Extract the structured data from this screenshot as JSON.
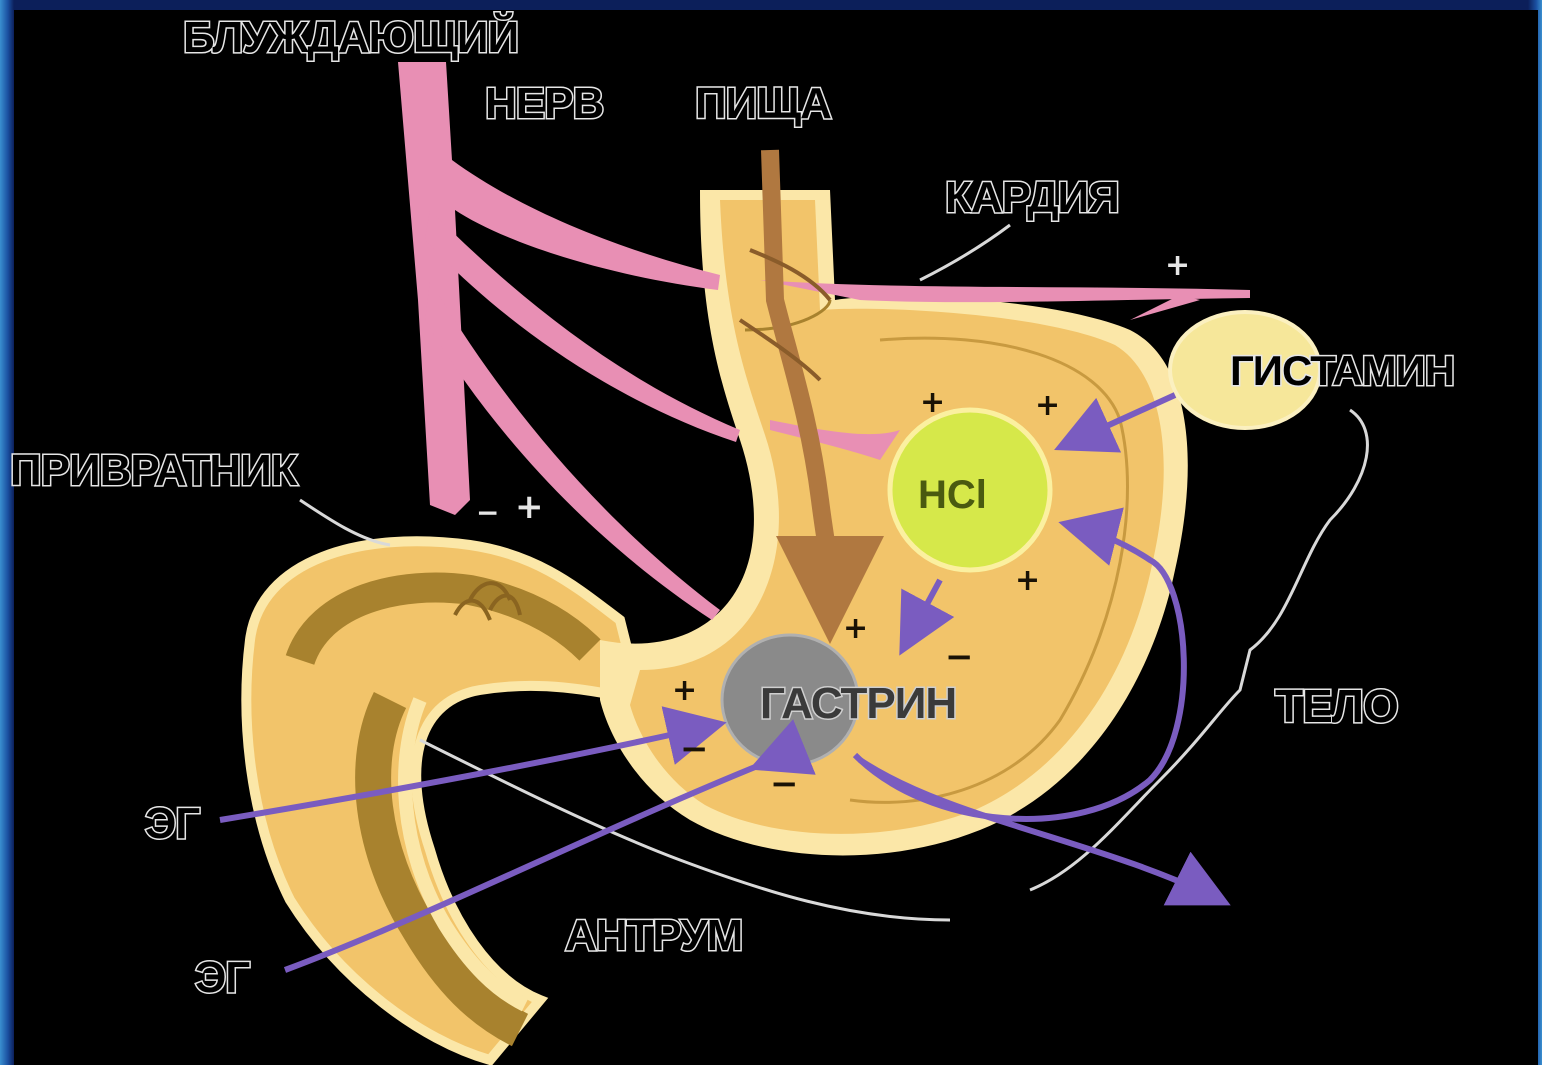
{
  "labels": {
    "vagus_nerve_line1": "БЛУЖДАЮЩИЙ",
    "vagus_nerve_line2": "НЕРВ",
    "food": "ПИЩА",
    "cardia": "КАРДИЯ",
    "histamine": "ГИСТАМИН",
    "pylorus": "ПРИВРАТНИК",
    "hcl": "HCl",
    "gastrin": "ГАСТРИН",
    "body": "ТЕЛО",
    "eg_upper": "ЭГ",
    "eg_lower": "ЭГ",
    "antrum": "АНТРУМ"
  },
  "signs": {
    "plus": "+",
    "minus": "−"
  },
  "colors": {
    "background": "#000000",
    "frame": "#0c1f5a",
    "stomach_fill": "#f2c46a",
    "stomach_wall": "#fbe7a8",
    "duodenum_dark": "#a8822e",
    "nerve": "#e88fb4",
    "food_arrow": "#b07840",
    "hormone_arrow": "#7a5cc0",
    "hcl_circle": "#d6e84a",
    "gastrin_circle": "#8a8a8a",
    "histamine_circle": "#f6e79a",
    "label_outline": "#e6e6e6"
  }
}
